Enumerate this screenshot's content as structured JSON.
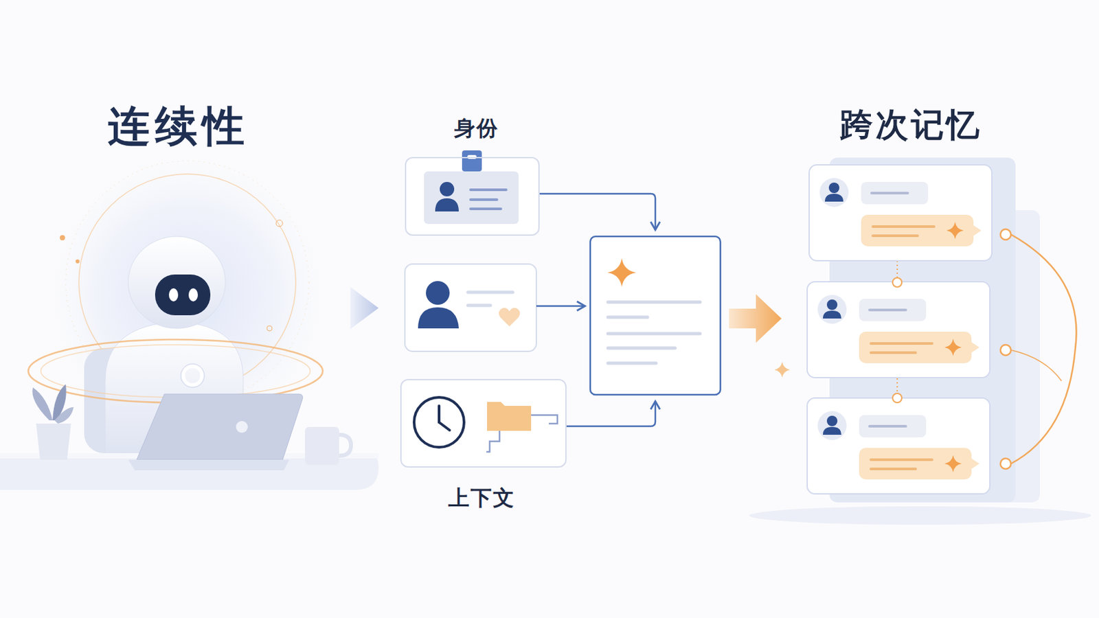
{
  "diagram": {
    "title": "连续性",
    "nodes": [
      {
        "text": [
          "身份"
        ]
      },
      {
        "text": [
          "上下文"
        ]
      },
      {
        "text": [
          "跨次记忆"
        ]
      }
    ]
  }
}
